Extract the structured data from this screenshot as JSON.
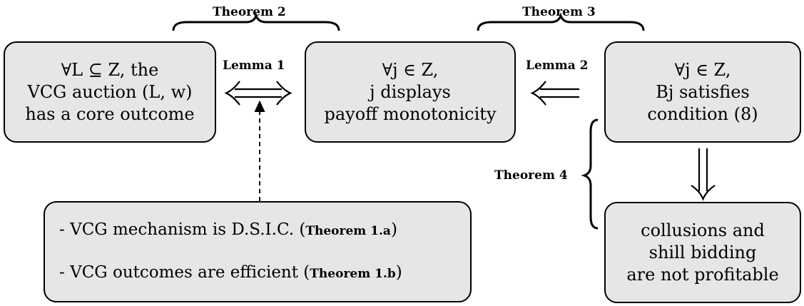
{
  "boxes": {
    "core_outcome": {
      "lines": [
        "∀L ⊆ Z, the",
        "VCG auction (L, w)",
        "has a core outcome"
      ]
    },
    "payoff_monotonicity": {
      "lines": [
        "∀j ∈ Z,",
        "j displays",
        "payoff monotonicity"
      ]
    },
    "condition": {
      "lines": [
        "∀j ∈ Z,",
        "Bj satisfies",
        "condition (8)"
      ]
    },
    "vcg_properties": {
      "items": [
        {
          "text": "- VCG mechanism is D.S.I.C. (",
          "ref": "Theorem 1.a",
          "close": ")"
        },
        {
          "text": "- VCG outcomes are efficient (",
          "ref": "Theorem 1.b",
          "close": ")"
        }
      ]
    },
    "not_profitable": {
      "lines": [
        "collusions and",
        "shill bidding",
        "are not profitable"
      ]
    }
  },
  "labels": {
    "theorem_2": "Theorem 2",
    "theorem_3": "Theorem 3",
    "theorem_4": "Theorem 4",
    "lemma_1": "Lemma 1",
    "lemma_2": "Lemma 2"
  }
}
